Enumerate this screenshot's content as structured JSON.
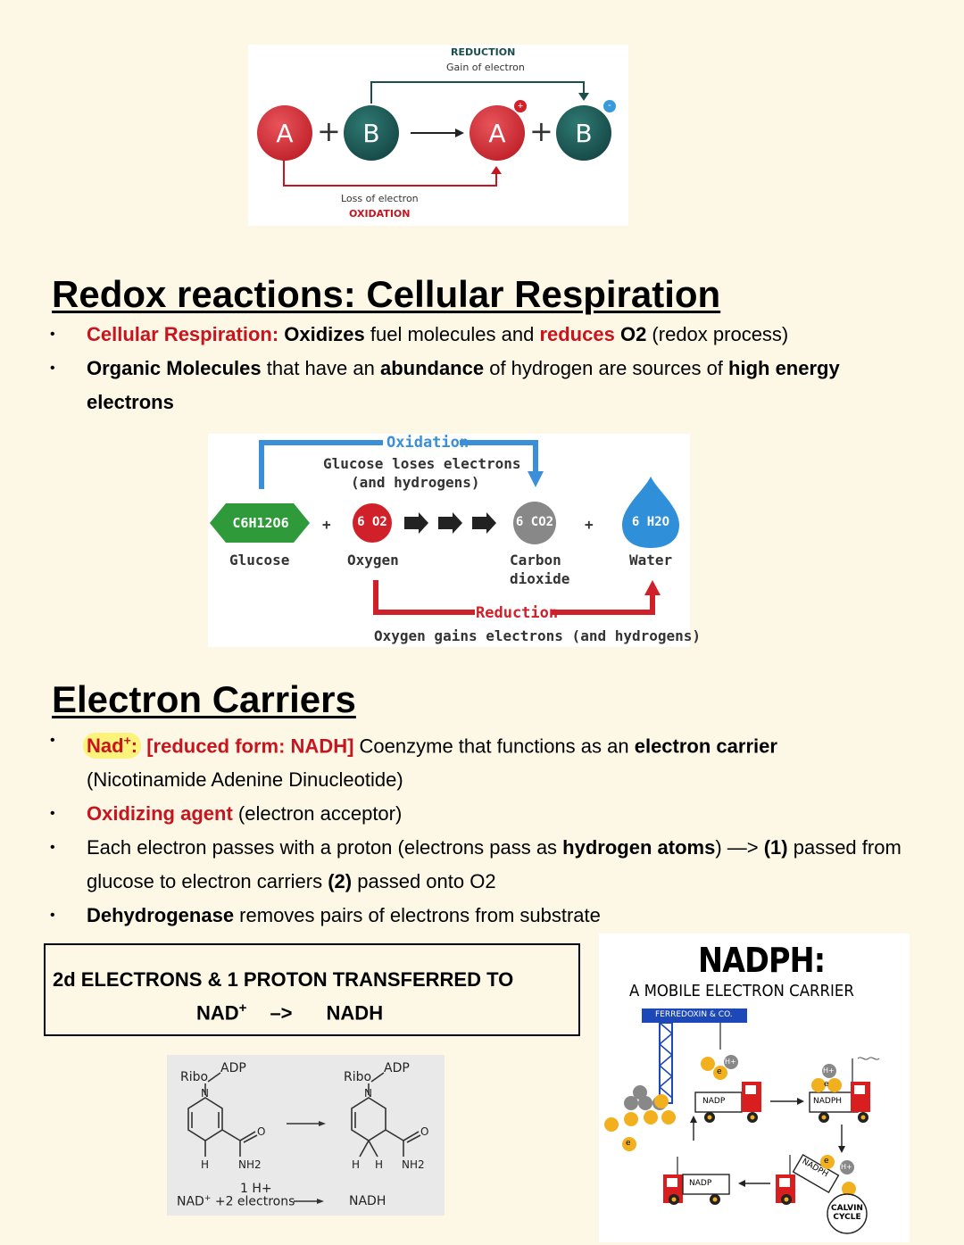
{
  "redox_diagram": {
    "reduction_title": "REDUCTION",
    "reduction_sub": "Gain of electron",
    "oxidation_sub": "Loss of electron",
    "oxidation_title": "OXIDATION",
    "a": "A",
    "b": "B",
    "plus": "+",
    "colors": {
      "a": "#c8141e",
      "b": "#1a4d4b",
      "arrow": "#1a4d4b"
    }
  },
  "section1": {
    "title": "Redox reactions: Cellular Respiration",
    "bullet1": {
      "term": "Cellular Respiration:",
      "oxidizes": "Oxidizes",
      "t1": " fuel molecules and ",
      "reduces": "reduces",
      "t2": " ",
      "o2": "O2",
      "t3": " (redox process)"
    },
    "bullet2": {
      "organic": "Organic Molecules",
      "t1": " that have an ",
      "abundance": "abundance",
      "t2": " of hydrogen are sources of ",
      "high": "high energy electrons"
    }
  },
  "respiration_diagram": {
    "oxidation": "Oxidation",
    "glucose_loses": "Glucose loses electrons",
    "and_hydrogens": "(and hydrogens)",
    "glucose_formula": "C6H12O6",
    "oxygen_formula": "6 O2",
    "co2_formula": "6 CO2",
    "water_formula": "6 H2O",
    "glucose": "Glucose",
    "oxygen": "Oxygen",
    "carbon": "Carbon",
    "dioxide": "dioxide",
    "water": "Water",
    "reduction": "Reduction",
    "oxygen_gains": "Oxygen gains electrons (and hydrogens)",
    "plus": "+"
  },
  "section2": {
    "title": "Electron Carriers",
    "bullet1": {
      "nad": "Nad",
      "sup": "+",
      "colon": ":",
      "reduced": " [reduced form: NADH]",
      "t1": " Coenzyme that functions as an ",
      "carrier": "electron carrier",
      "t2": "(Nicotinamide Adenine Dinucleotide)"
    },
    "bullet2": {
      "agent": "Oxidizing agent",
      "t1": " (electron acceptor)"
    },
    "bullet3": {
      "t1": "Each electron passes with a proton (electrons pass as ",
      "hydrogen": "hydrogen atoms",
      "t2": ") —> ",
      "one": "(1)",
      "t3": " passed from glucose to electron carriers ",
      "two": "(2)",
      "t4": " passed onto O2"
    },
    "bullet4": {
      "dehydrogenase": "Dehydrogenase",
      "t1": " removes pairs of electrons from substrate"
    }
  },
  "box": {
    "line1": "2d ELECTRONS & 1 PROTON TRANSFERRED TO",
    "nad": "NAD",
    "sup": "+",
    "arrow": "–>",
    "nadh": "NADH"
  },
  "structure": {
    "ribo": "Ribo",
    "adp": "ADP",
    "n": "N",
    "o": "O",
    "h": "H",
    "nh2": "NH2",
    "h_plus": "1 H+",
    "nad_label": "NAD",
    "nad_sup": "+",
    "electrons": " +2 electrons",
    "nadh": "NADH"
  },
  "nadph": {
    "title": "NADPH:",
    "subtitle": "A MOBILE ELECTRON CARRIER",
    "ferredoxin": "FERREDOXIN & CO.",
    "nadp": "NADP",
    "nadph_label": "NADPH",
    "h_plus": "H+",
    "e": "e",
    "calvin1": "CALVIN",
    "calvin2": "CYCLE"
  }
}
